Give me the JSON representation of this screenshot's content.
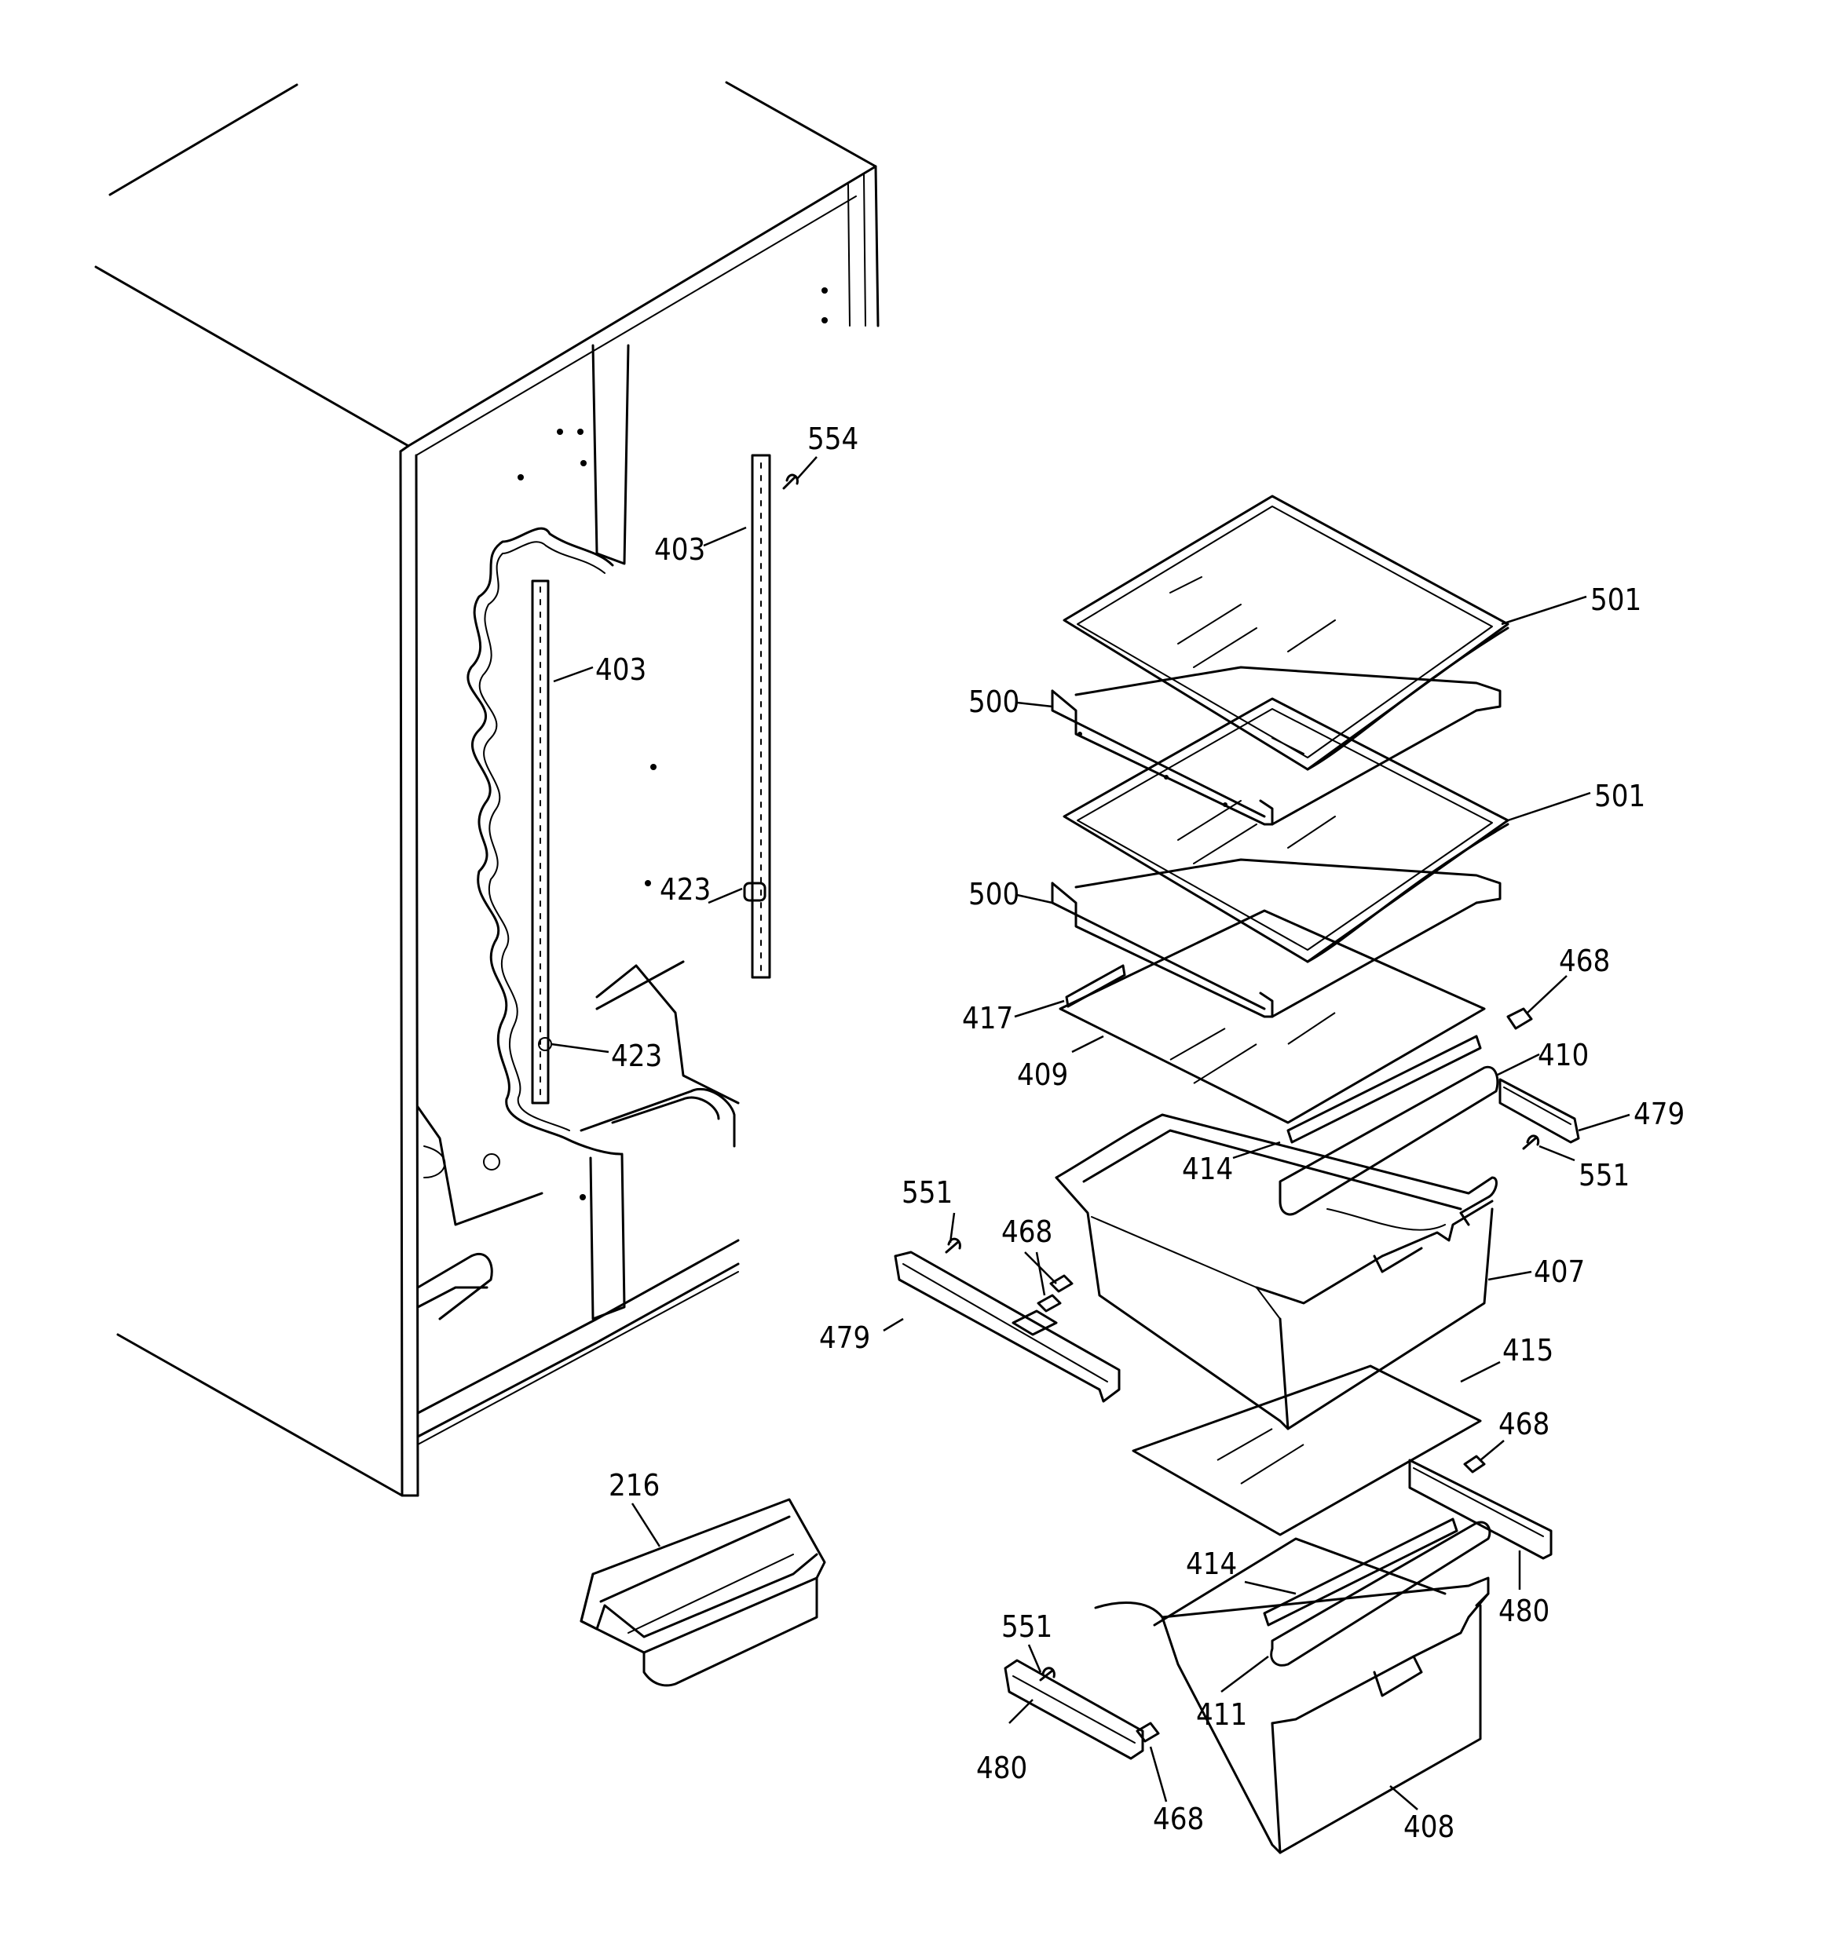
{
  "callouts": {
    "c554": "554",
    "c403a": "403",
    "c403b": "403",
    "c423a": "423",
    "c423b": "423",
    "c501a": "501",
    "c500a": "500",
    "c501b": "501",
    "c500b": "500",
    "c468a": "468",
    "c417": "417",
    "c409": "409",
    "c410": "410",
    "c479a": "479",
    "c551a": "551",
    "c414a": "414",
    "c551b": "551",
    "c468b": "468",
    "c407": "407",
    "c479b": "479",
    "c415": "415",
    "c468c": "468",
    "c216": "216",
    "c414b": "414",
    "c480a": "480",
    "c551c": "551",
    "c411": "411",
    "c480b": "480",
    "c468d": "468",
    "c408": "408"
  }
}
